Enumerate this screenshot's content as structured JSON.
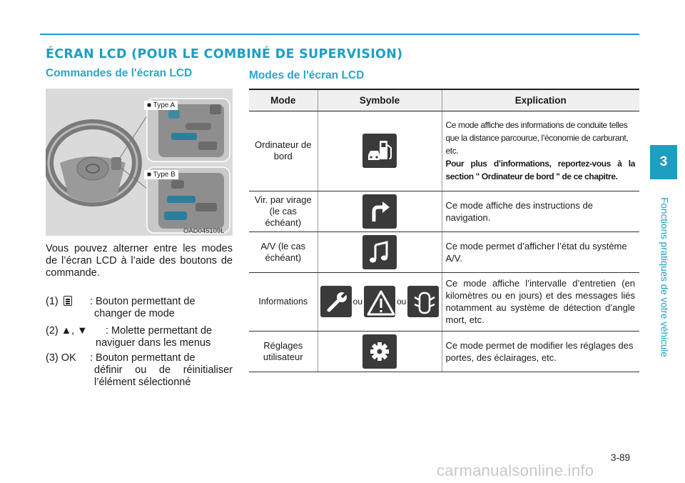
{
  "header": {
    "main_title": "ÉCRAN LCD (POUR LE COMBINÉ DE SUPERVISION)",
    "left_heading": "Commandes de l'écran LCD",
    "right_heading": "Modes de l'écran LCD"
  },
  "figure": {
    "type_a_label": "Type A",
    "type_b_label": "Type B",
    "caption": "OAD045109L"
  },
  "intro": "Vous pouvez alterner entre les modes de l’écran LCD à l’aide des boutons de commande.",
  "controls": [
    {
      "key": "(1)",
      "body_line1": ": Bouton permettant de",
      "body_line2": "changer de mode"
    },
    {
      "key": "(2) ▲, ▼",
      "body_line1": ": Molette permettant de",
      "body_line2": "naviguer dans les menus"
    },
    {
      "key": "(3) OK",
      "body_line1": ": Bouton permettant de",
      "body_line2": "définir ou de réinitialiser l’élément sélectionné"
    }
  ],
  "table": {
    "headers": [
      "Mode",
      "Symbole",
      "Explication"
    ],
    "or_word": "ou",
    "rows": [
      {
        "mode": "Ordinateur de bord",
        "symbol": "trip-computer-icon",
        "explanation": "Ce mode affiche des informations de conduite telles que la distance parcourue, l’économie de carburant, etc.",
        "explanation_bold": "Pour plus d’informations, reportez-vous à la section \" Ordinateur de bord \" de ce chapitre."
      },
      {
        "mode": "Vir. par virage (le cas échéant)",
        "symbol": "turn-arrow-icon",
        "explanation": "Ce mode affiche des instructions de navigation."
      },
      {
        "mode": "A/V (le cas échéant)",
        "symbol": "music-note-icon",
        "explanation": "Ce mode permet d’afficher l’état du système A/V."
      },
      {
        "mode": "Informations",
        "symbol": [
          "wrench-icon",
          "warning-triangle-icon",
          "car-doors-icon"
        ],
        "explanation": "Ce mode affiche l’intervalle d’entretien (en kilomètres ou en jours) et des messages liés notamment au système de détection d’angle mort, etc."
      },
      {
        "mode": "Réglages utilisateur",
        "symbol": "gear-icon",
        "explanation": "Ce mode permet de modifier les réglages des portes, des éclairages, etc."
      }
    ]
  },
  "sidebar": {
    "chapter": "3",
    "label": "Fonctions pratiques de votre véhicule"
  },
  "footer": {
    "page": "3-89",
    "watermark": "carmanualsonline.info"
  },
  "colors": {
    "accent": "#1e9ec0",
    "icon_bg": "#3a3a3a"
  }
}
